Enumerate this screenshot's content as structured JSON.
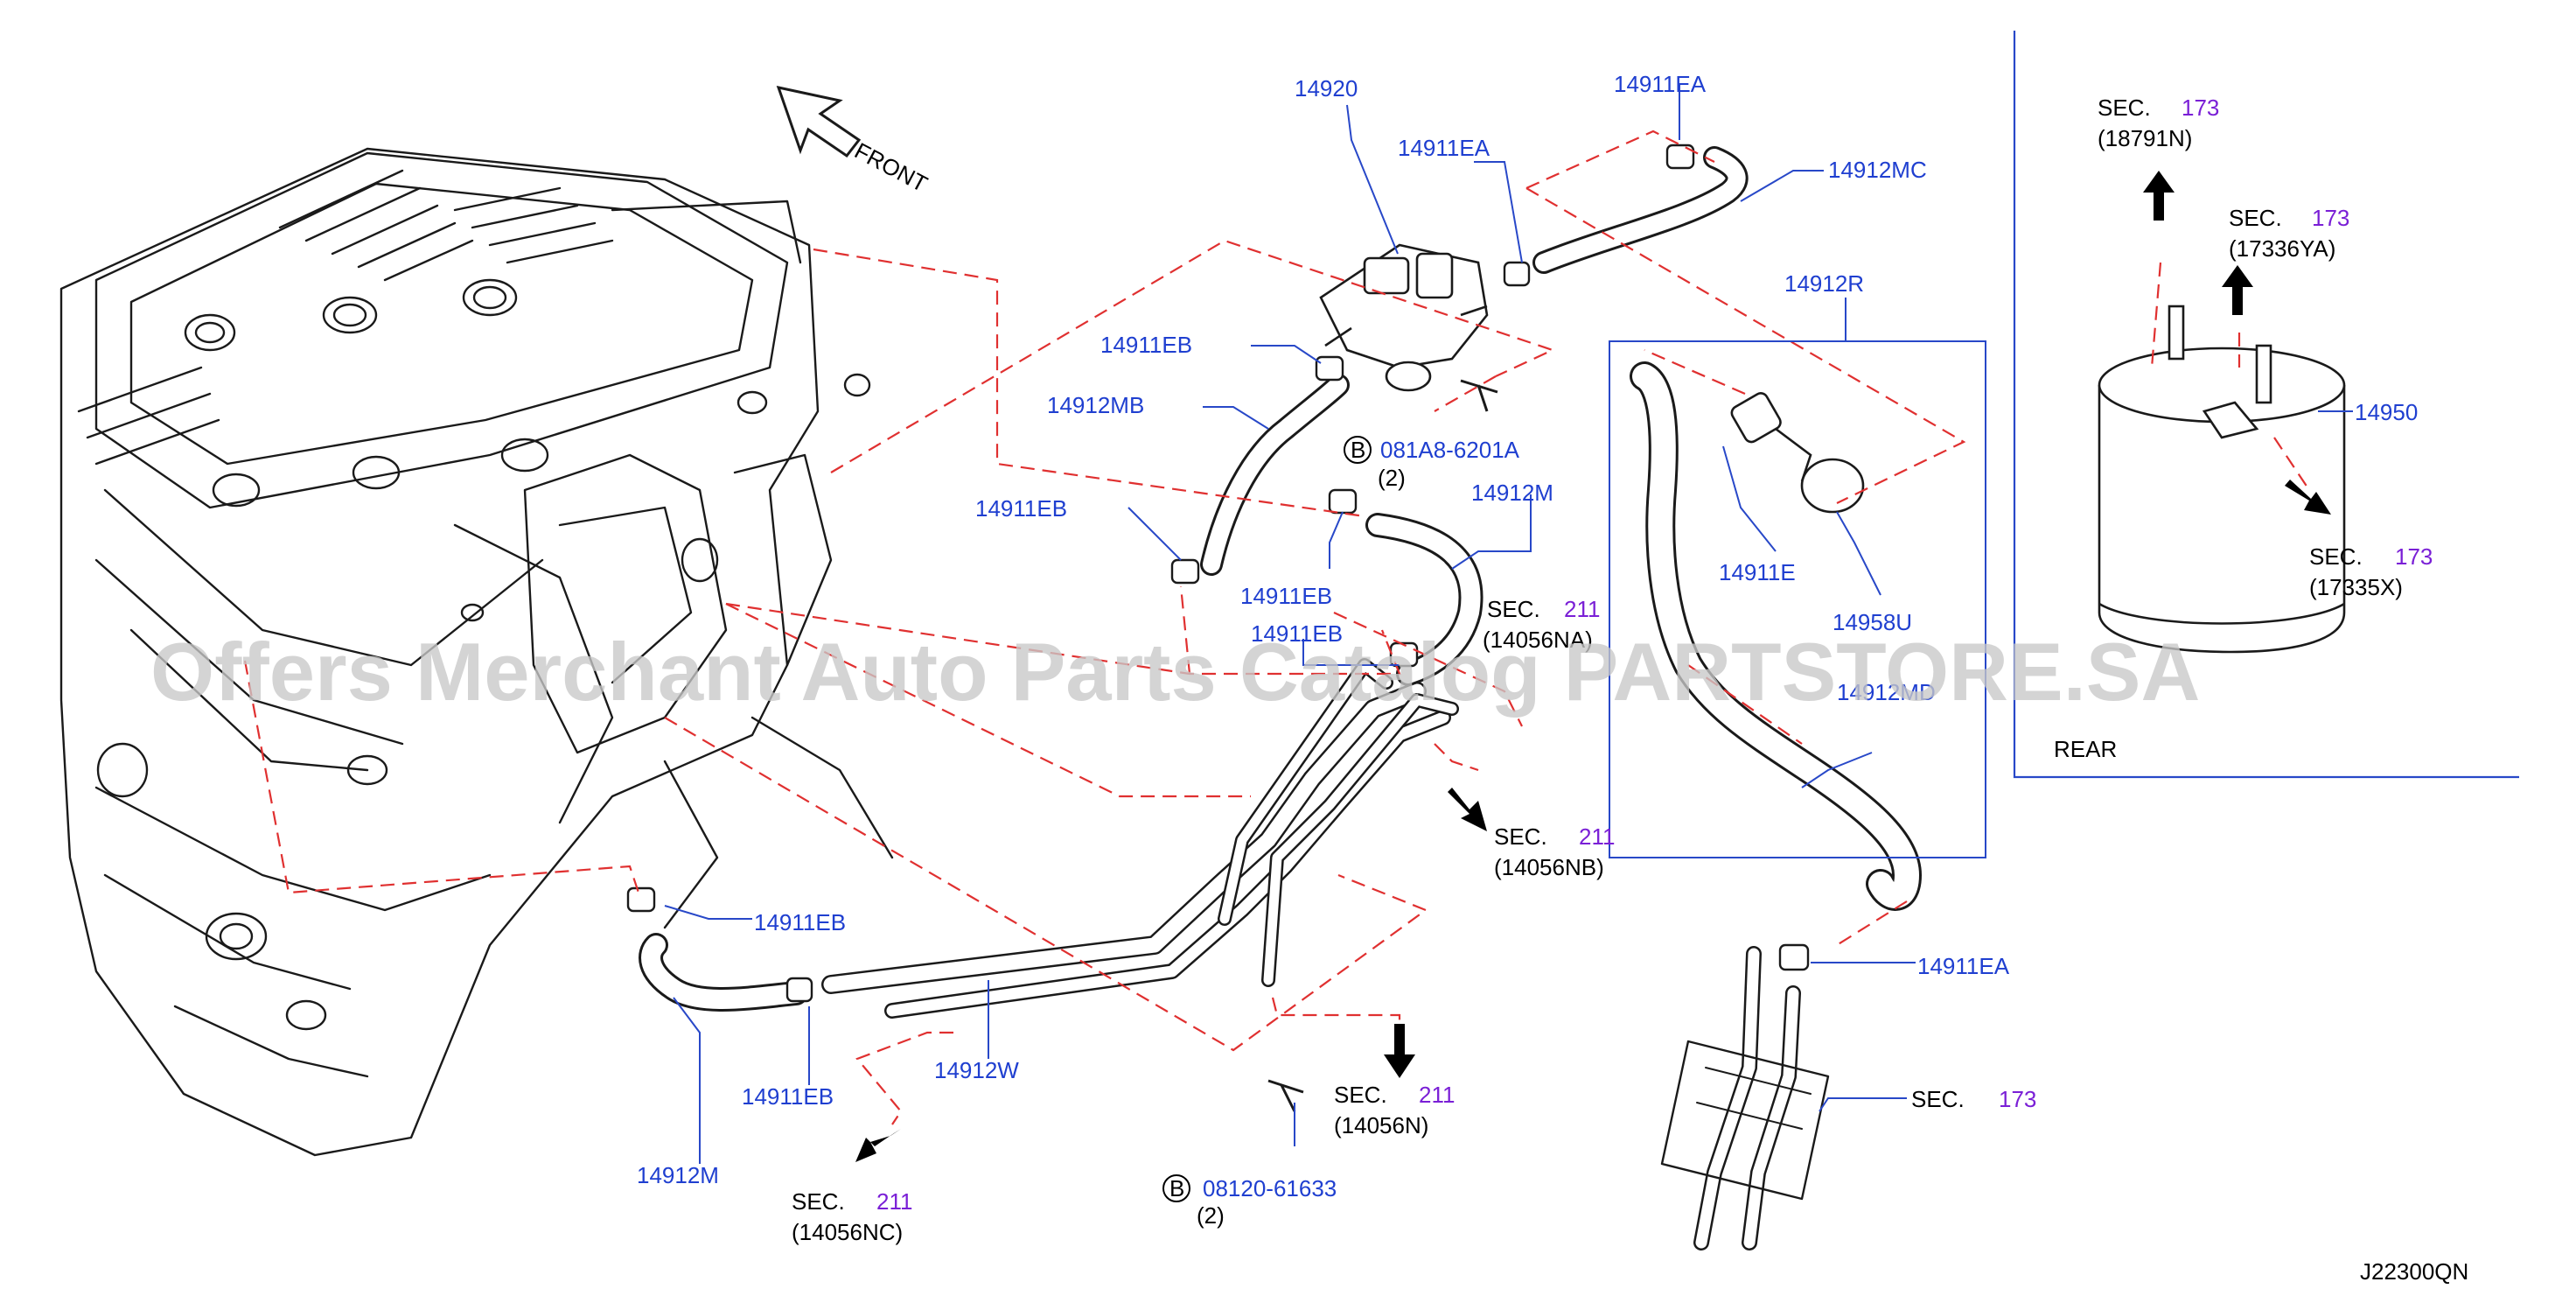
{
  "colors": {
    "part_number": "#1f3fd0",
    "section_number": "#7a1fd6",
    "text": "#000000",
    "dashed_guide": "#e03030",
    "leader": "#2848c8",
    "drawing": "#1a1a1a",
    "watermark": "#c9c9c9"
  },
  "orientation": {
    "label": "FRONT",
    "icon": "outline-arrow-icon"
  },
  "watermark": "Offers Merchant Auto Parts Catalog PARTSTORE.SA",
  "diagram_code": "J22300QN",
  "rear_panel": {
    "label": "REAR"
  },
  "parts": {
    "p14920": "14920",
    "p14911EA_top": "14911EA",
    "p14911EA_mid": "14911EA",
    "p14912MC": "14912MC",
    "p14912R": "14912R",
    "p14911EB_a": "14911EB",
    "p14912MB": "14912MB",
    "p14911EB_b": "14911EB",
    "p14912M_top": "14912M",
    "p14911EB_c": "14911EB",
    "p14911EB_d": "14911EB",
    "p14911E": "14911E",
    "p14958U": "14958U",
    "p14912MD": "14912MD",
    "p14911EB_e": "14911EB",
    "p14911EB_f": "14911EB",
    "p14912W": "14912W",
    "p14912M_bot": "14912M",
    "p14911EA_low": "14911EA",
    "p14950": "14950"
  },
  "bolts": [
    {
      "badge": "B",
      "number": "081A8-6201A",
      "qty": "(2)"
    },
    {
      "badge": "B",
      "number": "08120-61633",
      "qty": "(2)"
    }
  ],
  "section_refs": {
    "na": {
      "sec": "SEC.",
      "num": "211",
      "code": "(14056NA)"
    },
    "nb": {
      "sec": "SEC.",
      "num": "211",
      "code": "(14056NB)"
    },
    "n": {
      "sec": "SEC.",
      "num": "211",
      "code": "(14056N)"
    },
    "nc": {
      "sec": "SEC.",
      "num": "211",
      "code": "(14056NC)"
    },
    "s173": {
      "sec": "SEC.",
      "num": "173",
      "code": ""
    },
    "r18791n": {
      "sec": "SEC.",
      "num": "173",
      "code": "(18791N)"
    },
    "r17336ya": {
      "sec": "SEC.",
      "num": "173",
      "code": "(17336YA)"
    },
    "r17335x": {
      "sec": "SEC.",
      "num": "173",
      "code": "(17335X)"
    }
  }
}
